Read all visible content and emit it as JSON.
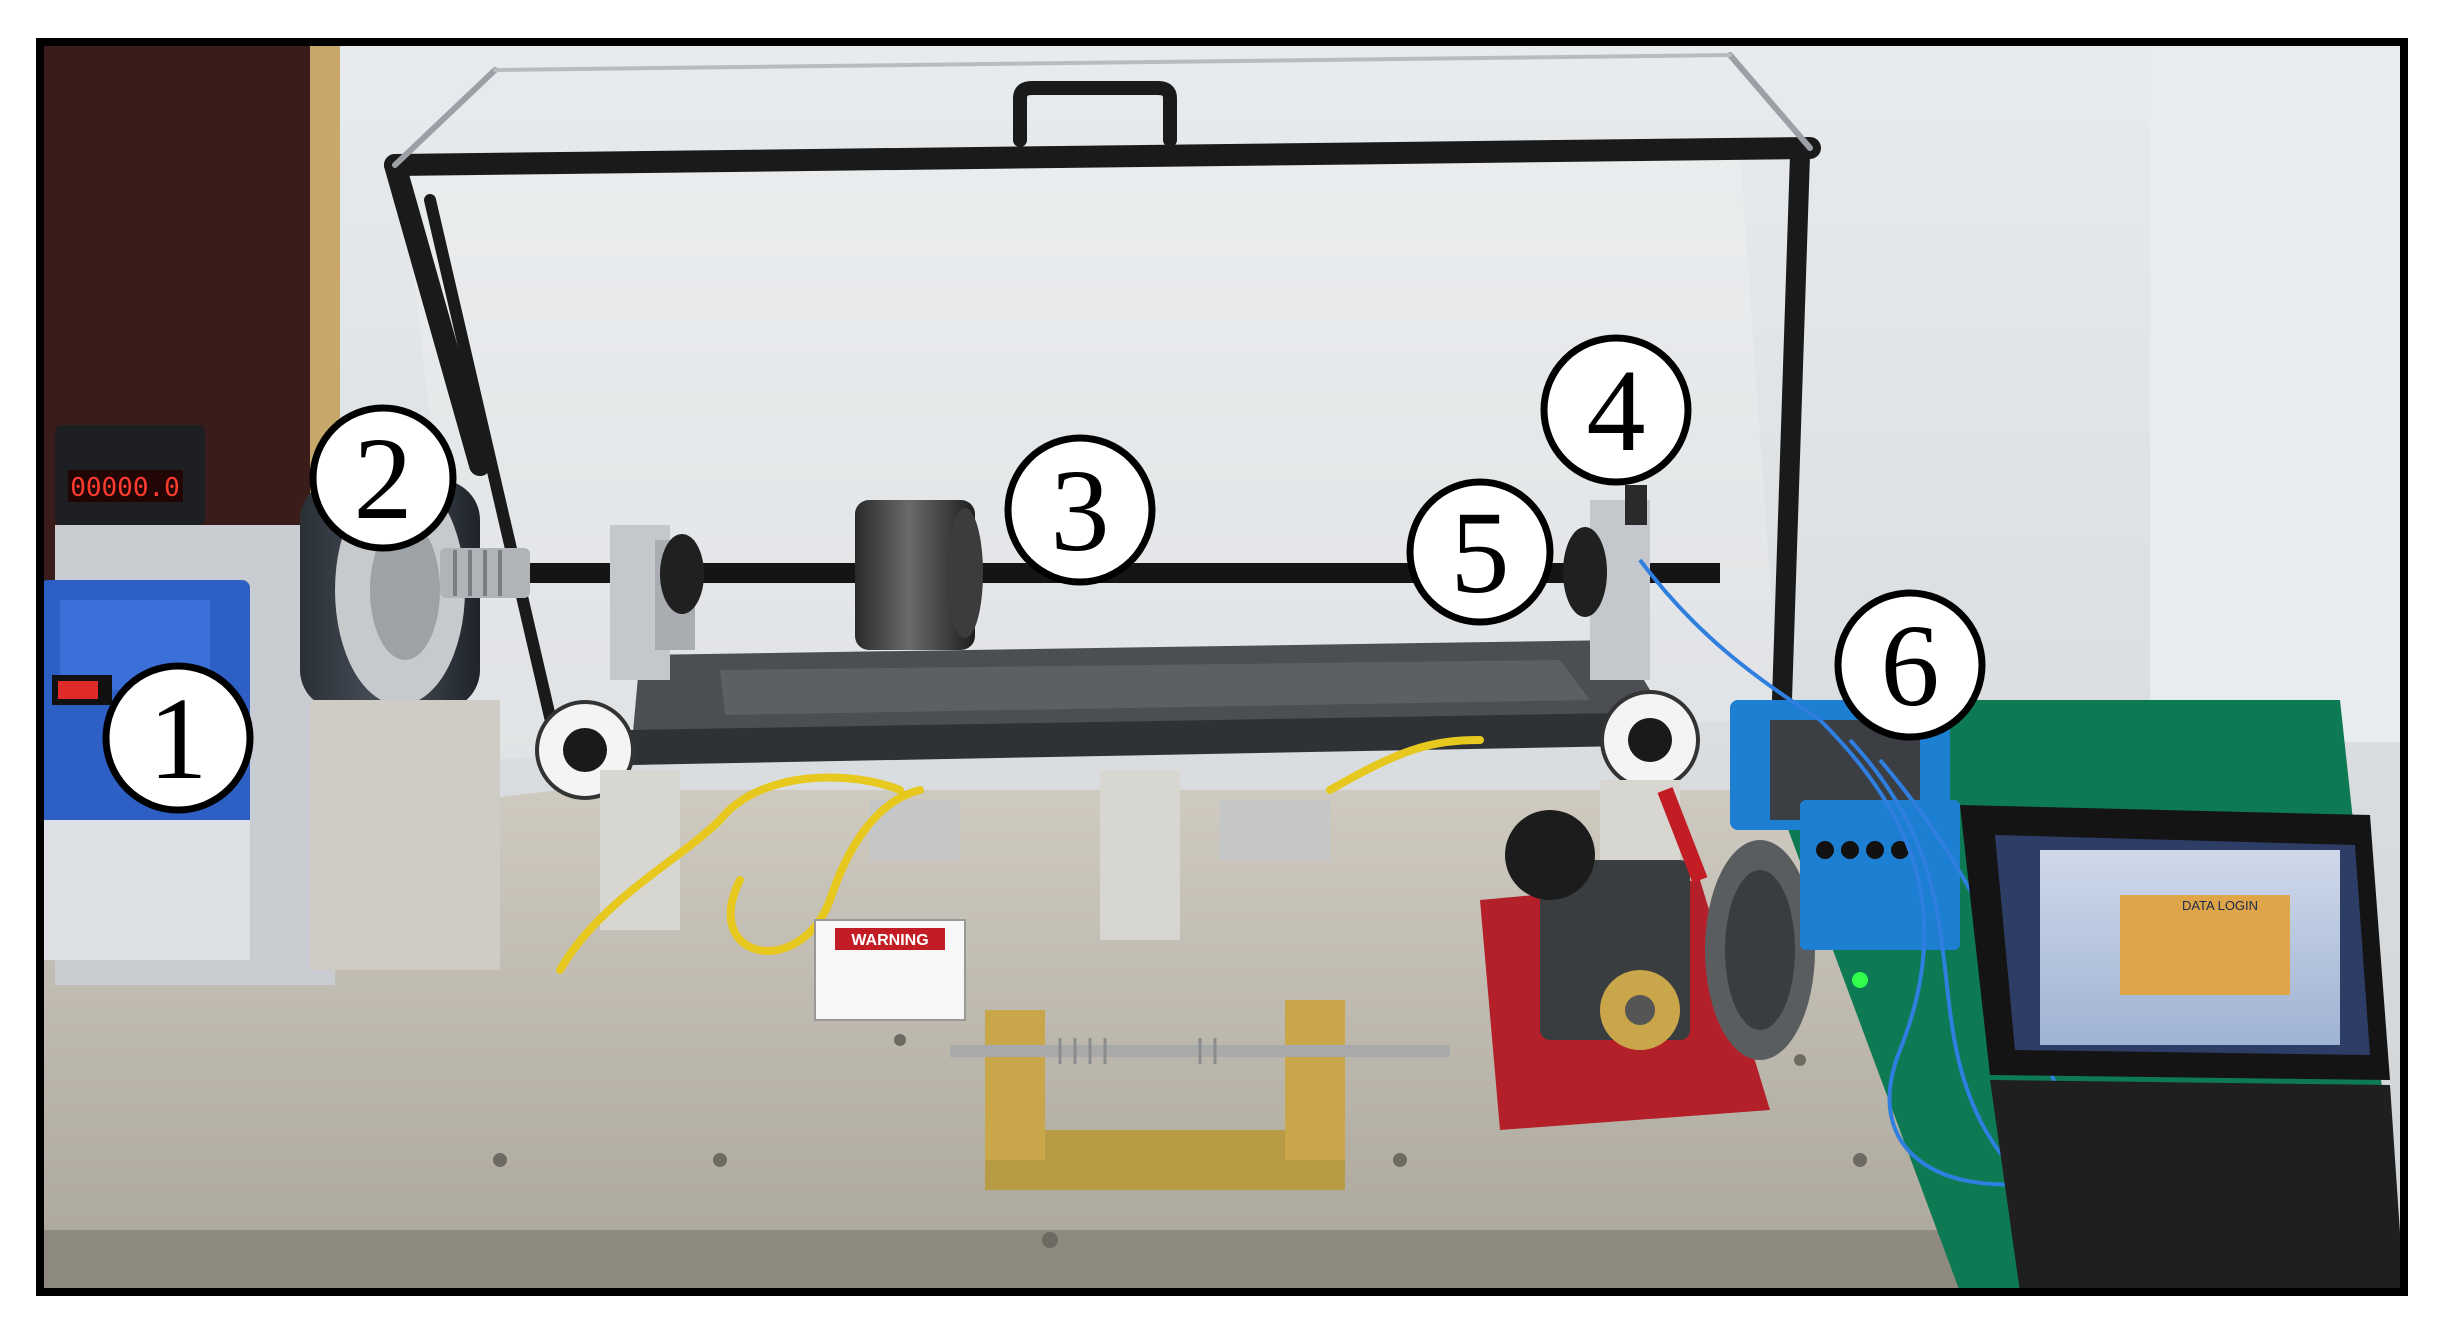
{
  "photo": {
    "labels": [
      "1",
      "2",
      "3",
      "4",
      "5",
      "6"
    ],
    "controller_display": "00000.0",
    "warning_sign": "WARNING",
    "laptop_screen_title": "DATA LOGIN",
    "colors": {
      "frame": "#000000",
      "wall": "#dfe3e6",
      "bench": "#bdb8ad",
      "acrylic_edge": "#1a1a1a",
      "shaft": "#151515",
      "brass": "#c9a64a",
      "red_gearbox": "#b3202a",
      "drive_blue": "#2d5fc4",
      "daq_blue": "#1c7fd1",
      "mat_green": "#0e7a54",
      "yellow_tube": "#e6c81e",
      "cable_blue": "#2e7fe0"
    }
  }
}
